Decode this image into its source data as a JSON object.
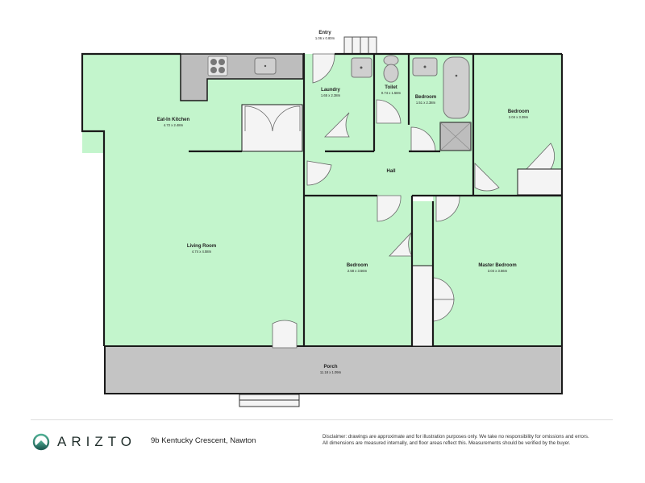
{
  "floorplan": {
    "rooms": [
      {
        "name": "Entry",
        "dims": "1.06 x 0.80m"
      },
      {
        "name": "Laundry",
        "dims": "1.65 x 2.38m"
      },
      {
        "name": "Toilet",
        "dims": "0.74 x 1.58m"
      },
      {
        "name": "Bedroom",
        "dims": "1.51 x 2.38m"
      },
      {
        "name": "Bedroom",
        "dims": "2.04 x 3.39m"
      },
      {
        "name": "Eat-In Kitchen",
        "dims": "4.72 x 2.48m"
      },
      {
        "name": "Hall",
        "dims": ""
      },
      {
        "name": "Living Room",
        "dims": "4.74 x 4.58m"
      },
      {
        "name": "Bedroom",
        "dims": "2.58 x 3.56m"
      },
      {
        "name": "Master Bedroom",
        "dims": "3.04 x 3.56m"
      },
      {
        "name": "Porch",
        "dims": "11.18 x 1.09m"
      }
    ],
    "colors": {
      "room_fill": "#c3f5cc",
      "porch_fill": "#c4c4c4",
      "wall": "#1a1a1a",
      "fixture_fill": "#bdbdbd",
      "door_fill": "#f4f4f4",
      "brand": "#2e8a73"
    }
  },
  "footer": {
    "brand": "ARIZTO",
    "logo_icon": "mountain-circle-icon",
    "address": "9b Kentucky Crescent, Nawton",
    "disclaimer_line1": "Disclaimer: drawings are approximate and for illustration purposes only. We take no responsibility for omissions and errors.",
    "disclaimer_line2": "All dimensions are measured internally, and floor areas reflect this. Measurements should be verified by the buyer."
  }
}
